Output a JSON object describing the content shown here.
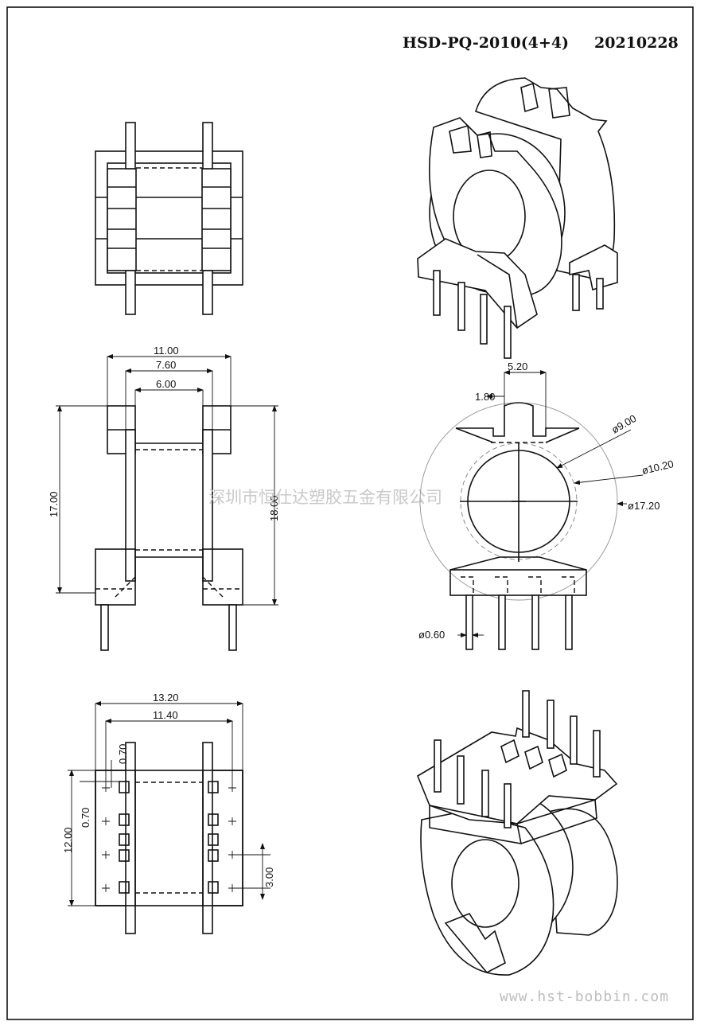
{
  "header": {
    "part_number": "HSD-PQ-2010(4+4)",
    "date_code": "20210228"
  },
  "side_view": {
    "dims": {
      "width_outer": "11.00",
      "width_mid": "7.60",
      "width_inner": "6.00",
      "height_left": "17.00",
      "height_right": "18.00"
    }
  },
  "front_view": {
    "dims": {
      "slot_width": "5.20",
      "slot_inner": "1.80",
      "bore_dia": "ø9.00",
      "inner_dash_dia": "ø10.20",
      "flange_dia": "ø17.20",
      "pin_dia": "ø0.60"
    }
  },
  "bottom_view": {
    "dims": {
      "width_outer": "13.20",
      "width_inner": "11.40",
      "pad_top": "0.70",
      "pad_side": "0.70",
      "height": "12.00",
      "pin_pitch": "3.00"
    }
  },
  "watermark": {
    "company": "深圳市恒仕达塑胶五金有限公司",
    "url": "www.hst-bobbin.com"
  },
  "colors": {
    "line": "#111111",
    "watermark": "#c9c9c9",
    "paper": "#ffffff"
  }
}
